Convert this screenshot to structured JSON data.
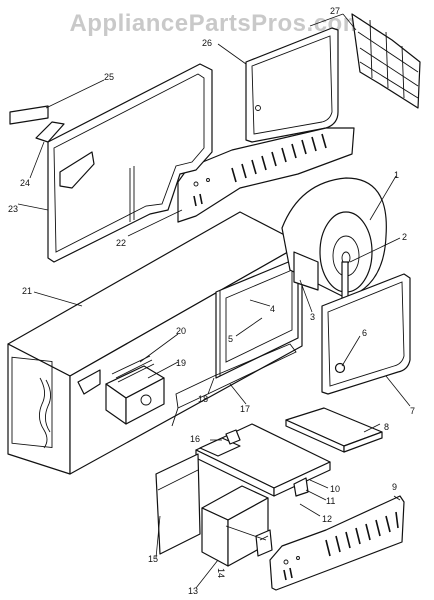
{
  "watermark": "AppliancePartsPros.com",
  "callouts": [
    {
      "num": "1"
    },
    {
      "num": "2"
    },
    {
      "num": "3"
    },
    {
      "num": "4"
    },
    {
      "num": "5"
    },
    {
      "num": "6"
    },
    {
      "num": "7"
    },
    {
      "num": "8"
    },
    {
      "num": "9"
    },
    {
      "num": "10"
    },
    {
      "num": "11"
    },
    {
      "num": "12"
    },
    {
      "num": "13"
    },
    {
      "num": "14"
    },
    {
      "num": "15"
    },
    {
      "num": "16"
    },
    {
      "num": "17"
    },
    {
      "num": "18"
    },
    {
      "num": "19"
    },
    {
      "num": "20"
    },
    {
      "num": "21"
    },
    {
      "num": "22"
    },
    {
      "num": "23"
    },
    {
      "num": "24"
    },
    {
      "num": "25"
    },
    {
      "num": "26"
    },
    {
      "num": "27"
    }
  ]
}
